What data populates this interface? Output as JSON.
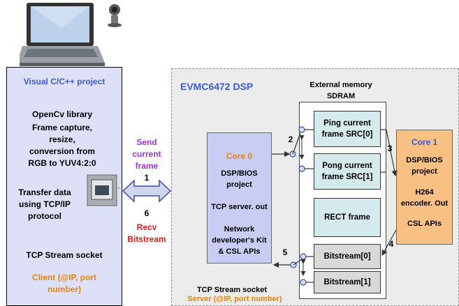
{
  "laptop_icon": "laptop-with-webcam",
  "client": {
    "title": "Visual C/C++ project",
    "lib": "OpenCv library",
    "capture": [
      "Frame capture,",
      "resize,",
      "conversion from",
      "RGB to YUV4:2:0"
    ],
    "transfer": [
      "Transfer data",
      "using TCP/IP",
      "protocol"
    ],
    "socket": "TCP Stream socket",
    "addr": [
      "Client (@IP, port",
      "number)"
    ]
  },
  "link": {
    "send": [
      "Send",
      "current",
      "frame"
    ],
    "step1": "1",
    "step6": "6",
    "recv": [
      "Recv",
      "Bitstream"
    ]
  },
  "dsp": {
    "title": "EVMC6472 DSP",
    "memory_title": [
      "External memory",
      "SDRAM"
    ],
    "core0": {
      "title": "Core 0",
      "body": [
        "DSP/BIOS",
        "project",
        "",
        "TCP server. out",
        "",
        "Network",
        "developer's Kit",
        "& CSL APIs"
      ]
    },
    "core1": {
      "title": "Core 1",
      "body": [
        "DSP/BIOS",
        "project",
        "",
        "H264",
        "encoder. Out",
        "",
        "CSL APIs"
      ]
    },
    "memory": {
      "ping": [
        "Ping current",
        "frame SRC[0]"
      ],
      "pong": [
        "Pong current",
        "frame SRC[1]"
      ],
      "rect": "RECT frame",
      "bs0": "Bitstream[0]",
      "bs1": "Bitstream[1]"
    },
    "steps": {
      "s2": "2",
      "s3": "3",
      "s4": "4",
      "s5": "5"
    },
    "socket": "TCP Stream socket",
    "server": "Server (@IP, port number)"
  },
  "colors": {
    "blue_title": "#3b5bd6",
    "purple": "#9b34e0",
    "red": "#e21b1b",
    "orange": "#e6830e"
  }
}
